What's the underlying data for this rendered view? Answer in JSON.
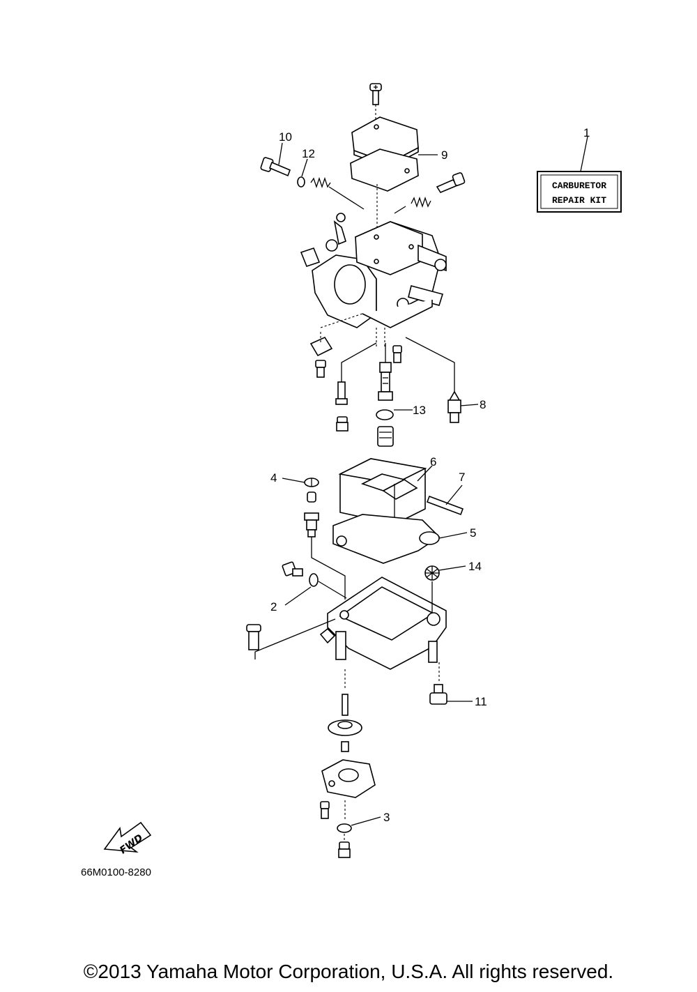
{
  "callouts": {
    "c1": "1",
    "c2": "2",
    "c3": "3",
    "c4": "4",
    "c5": "5",
    "c6": "6",
    "c7": "7",
    "c8": "8",
    "c9": "9",
    "c10": "10",
    "c11": "11",
    "c12": "12",
    "c13": "13",
    "c14": "14"
  },
  "kit_label": {
    "line1": "CARBURETOR",
    "line2": "REPAIR KIT"
  },
  "fwd_arrow": {
    "label": "FWD"
  },
  "reference_code": "66M0100-8280",
  "copyright": "©2013 Yamaha Motor Corporation, U.S.A. All rights reserved."
}
